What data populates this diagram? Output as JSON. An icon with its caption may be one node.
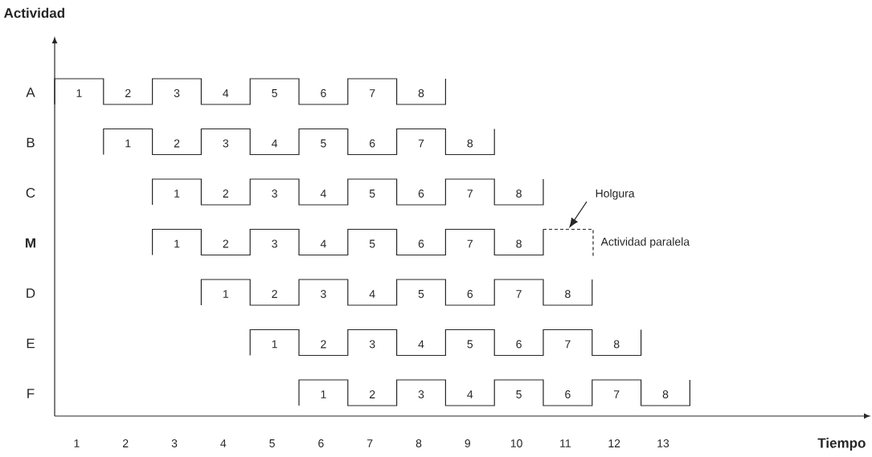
{
  "diagram": {
    "nodes": [
      {
        "text": [
          "Holgura"
        ]
      },
      {
        "text": [],
        "shape": "box",
        "beside": [
          "Actividad paralela"
        ]
      }
    ],
    "edges": [
      {
        "from": 0,
        "to": 1,
        "arrow": "to"
      }
    ],
    "labels": [
      "Actividad",
      "A",
      "1",
      "2",
      "3",
      "4",
      "5",
      "6",
      "7",
      "8",
      "B",
      "1",
      "2",
      "3",
      "4",
      "5",
      "6",
      "7",
      "8",
      "C",
      "1",
      "2",
      "3",
      "4",
      "5",
      "6",
      "7",
      "8",
      "M",
      "1",
      "2",
      "3",
      "4",
      "5",
      "6",
      "7",
      "8",
      "D",
      "1",
      "2",
      "3",
      "4",
      "5",
      "6",
      "7",
      "8",
      "E",
      "1",
      "2",
      "3",
      "4",
      "5",
      "6",
      "7",
      "8",
      "F",
      "1",
      "2",
      "3",
      "4",
      "5",
      "6",
      "7",
      "8",
      "1",
      "2",
      "3",
      "4",
      "5",
      "6",
      "7",
      "8",
      "9",
      "10",
      "11",
      "12",
      "13",
      "Tiempo"
    ]
  }
}
